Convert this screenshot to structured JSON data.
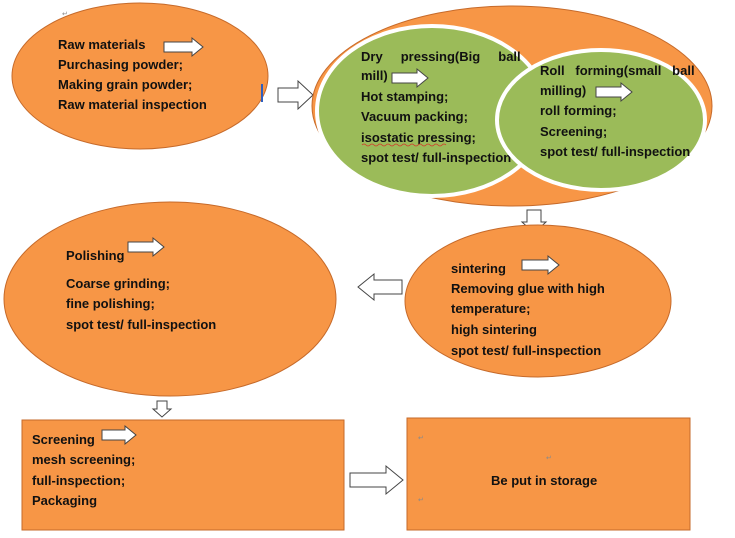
{
  "colors": {
    "orange_fill": "#f79646",
    "orange_stroke": "#c66a2a",
    "green_fill": "#9bbb59",
    "green_outline": "#ffffff",
    "arrow_fill": "#ffffff",
    "arrow_stroke": "#444444",
    "text": "#111111"
  },
  "paragraph_mark": "↵",
  "nodes": {
    "raw_materials": {
      "shape": "ellipse",
      "color": "orange",
      "heading": "Raw materials",
      "lines": [
        "Purchasing powder;",
        "Making grain powder;",
        "Raw material inspection"
      ]
    },
    "dry_pressing": {
      "shape": "ellipse",
      "color": "green",
      "heading_line1": "Dry     pressing(Big     ball",
      "heading_line2": "mill)",
      "lines": [
        "Hot stamping;",
        "Vacuum packing;",
        "isostatic pressing;",
        "spot test/ full-inspection"
      ]
    },
    "roll_forming": {
      "shape": "ellipse",
      "color": "green",
      "heading_line1": "Roll   forming(small   ball",
      "heading_line2": "milling)",
      "lines": [
        "roll forming;",
        "Screening;",
        "spot test/ full-inspection"
      ]
    },
    "sintering": {
      "shape": "ellipse",
      "color": "orange",
      "heading": "sintering",
      "lines": [
        "Removing glue with high",
        "temperature;",
        "high sintering",
        "spot test/ full-inspection"
      ]
    },
    "polishing": {
      "shape": "ellipse",
      "color": "orange",
      "heading": "Polishing",
      "lines": [
        "Coarse grinding;",
        "fine polishing;",
        "spot test/ full-inspection"
      ]
    },
    "screening": {
      "shape": "rectangle",
      "color": "orange",
      "heading": "Screening",
      "lines": [
        "mesh screening;",
        "full-inspection;",
        "Packaging"
      ]
    },
    "storage": {
      "shape": "rectangle",
      "color": "orange",
      "heading": "Be put in storage"
    }
  },
  "edges": [
    {
      "from": "raw_materials",
      "to": "dry_pressing",
      "direction": "right"
    },
    {
      "from": "dry_pressing",
      "to": "sintering",
      "direction": "down"
    },
    {
      "from": "sintering",
      "to": "polishing",
      "direction": "left"
    },
    {
      "from": "polishing",
      "to": "screening",
      "direction": "down"
    },
    {
      "from": "screening",
      "to": "storage",
      "direction": "right"
    }
  ]
}
